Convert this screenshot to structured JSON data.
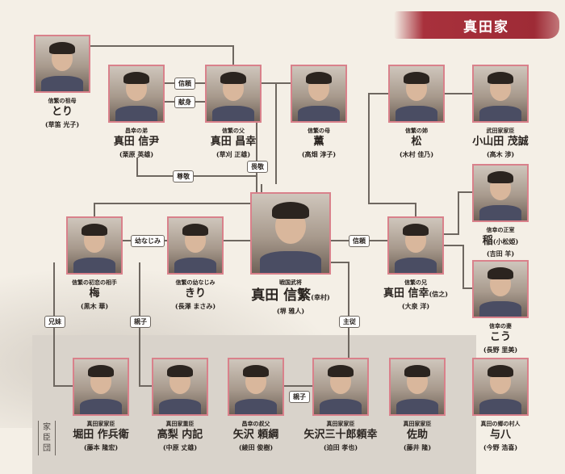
{
  "header": {
    "title": "真田家"
  },
  "group_label": "家臣団",
  "people": [
    {
      "id": "tori",
      "role": "信繁の祖母",
      "name": "とり",
      "suffix": "",
      "actor": "(草笛 光子)"
    },
    {
      "id": "nobutada",
      "role": "昌幸の弟",
      "name": "真田 信尹",
      "suffix": "",
      "actor": "(栗原 英雄)"
    },
    {
      "id": "masayuki",
      "role": "信繁の父",
      "name": "真田 昌幸",
      "suffix": "",
      "actor": "(草刈 正雄)"
    },
    {
      "id": "kaoru",
      "role": "信繁の母",
      "name": "薫",
      "suffix": "",
      "actor": "(高畑 淳子)"
    },
    {
      "id": "matsu",
      "role": "信繁の姉",
      "name": "松",
      "suffix": "",
      "actor": "(木村 佳乃)"
    },
    {
      "id": "oyamada",
      "role": "武田家家臣",
      "name": "小山田 茂誠",
      "suffix": "",
      "actor": "(高木 渉)"
    },
    {
      "id": "ina",
      "role": "信幸の正室",
      "name": "稲",
      "suffix": "(小松姫)",
      "actor": "(吉田 羊)"
    },
    {
      "id": "kou",
      "role": "信幸の妻",
      "name": "こう",
      "suffix": "",
      "actor": "(長野 里美)"
    },
    {
      "id": "ume",
      "role": "信繁の初恋の相手",
      "name": "梅",
      "suffix": "",
      "actor": "(黒木 華)"
    },
    {
      "id": "kiri",
      "role": "信繁の幼なじみ",
      "name": "きり",
      "suffix": "",
      "actor": "(長澤 まさみ)"
    },
    {
      "id": "nobushige",
      "role": "戦国武将",
      "name": "真田 信繁",
      "suffix": "(幸村)",
      "actor": "(堺 雅人)"
    },
    {
      "id": "nobuyuki",
      "role": "信繁の兄",
      "name": "真田 信幸",
      "suffix": "(信之)",
      "actor": "(大泉 洋)"
    },
    {
      "id": "hotta",
      "role": "真田家家臣",
      "name": "堀田 作兵衛",
      "suffix": "",
      "actor": "(藤本 隆宏)"
    },
    {
      "id": "takanashi",
      "role": "真田家重臣",
      "name": "高梨 内記",
      "suffix": "",
      "actor": "(中原 丈雄)"
    },
    {
      "id": "yorituna",
      "role": "昌幸の叔父",
      "name": "矢沢 頼綱",
      "suffix": "",
      "actor": "(綾田 俊樹)"
    },
    {
      "id": "yoriyuki",
      "role": "真田家家臣",
      "name": "矢沢三十郎頼幸",
      "suffix": "",
      "actor": "(迫田 孝也)"
    },
    {
      "id": "sasuke",
      "role": "真田家家臣",
      "name": "佐助",
      "suffix": "",
      "actor": "(藤井 隆)"
    },
    {
      "id": "yohachi",
      "role": "真田の郷の村人",
      "name": "与八",
      "suffix": "",
      "actor": "(今野 浩喜)"
    }
  ],
  "relations": [
    {
      "label": "信頼"
    },
    {
      "label": "献身"
    },
    {
      "label": "畏敬"
    },
    {
      "label": "尊敬"
    },
    {
      "label": "幼なじみ"
    },
    {
      "label": "信頼"
    },
    {
      "label": "兄妹"
    },
    {
      "label": "親子"
    },
    {
      "label": "主従"
    },
    {
      "label": "親子"
    }
  ]
}
